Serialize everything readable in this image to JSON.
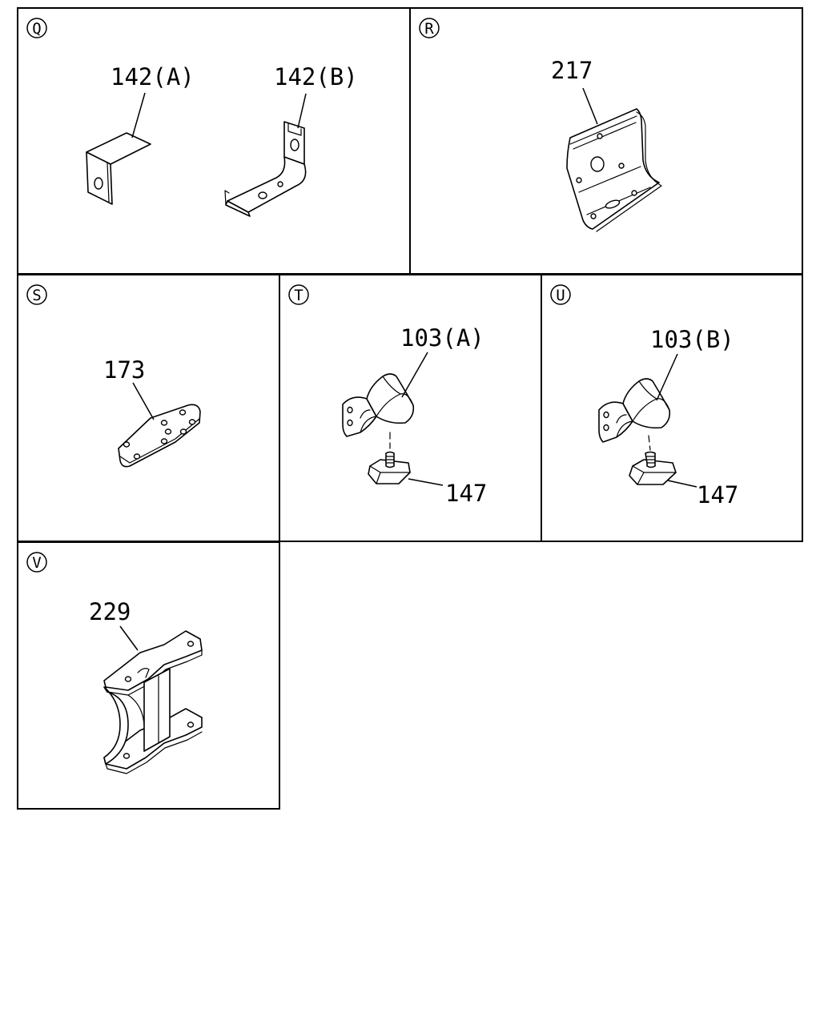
{
  "panels": [
    {
      "letter": "Q",
      "parts": [
        "142(A)",
        "142(B)"
      ]
    },
    {
      "letter": "R",
      "parts": [
        "217"
      ]
    },
    {
      "letter": "S",
      "parts": [
        "173"
      ]
    },
    {
      "letter": "T",
      "parts": [
        "103(A)",
        "147"
      ]
    },
    {
      "letter": "U",
      "parts": [
        "103(B)",
        "147"
      ]
    },
    {
      "letter": "V",
      "parts": [
        "229"
      ]
    }
  ]
}
